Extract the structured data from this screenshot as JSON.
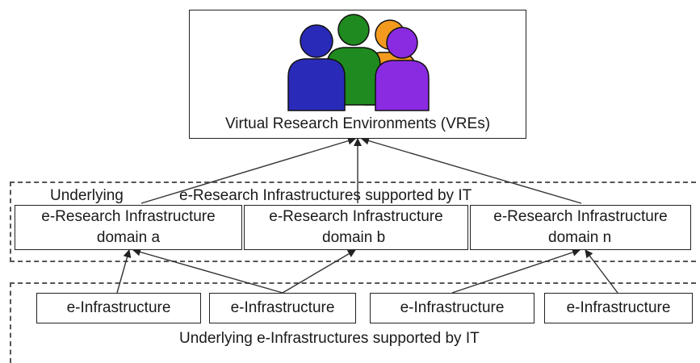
{
  "vre": {
    "label": "Virtual Research Environments (VREs)",
    "icon": "people-group-icon"
  },
  "research_layer": {
    "label_left": "Underlying",
    "label_right": "e-Research Infrastructures supported by IT",
    "domains": [
      {
        "line1": "e-Research Infrastructure",
        "line2": "domain a"
      },
      {
        "line1": "e-Research Infrastructure",
        "line2": "domain b"
      },
      {
        "line1": "e-Research Infrastructure",
        "line2": "domain n"
      }
    ]
  },
  "infra_layer": {
    "label": "Underlying e-Infrastructures supported by IT",
    "boxes": [
      "e-Infrastructure",
      "e-Infrastructure",
      "e-Infrastructure",
      "e-Infrastructure"
    ]
  },
  "colors": {
    "person_blue": "#2a2ab8",
    "person_green": "#1f8a1f",
    "person_orange": "#f39a1e",
    "person_purple": "#8a2be2"
  }
}
